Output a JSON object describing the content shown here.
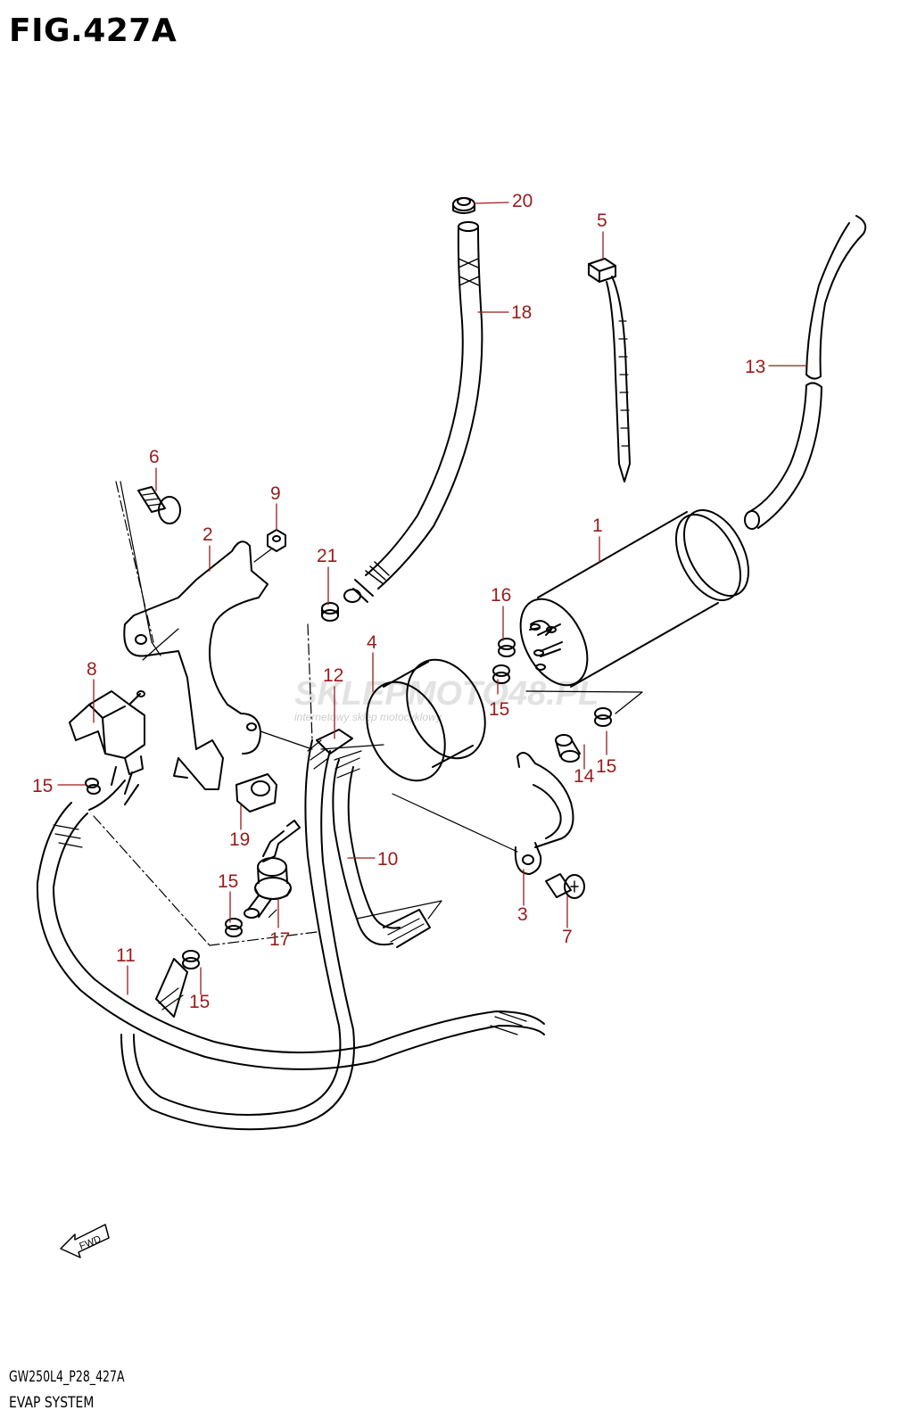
{
  "figure": {
    "title": "FIG.427A",
    "code": "GW250L4_P28_427A",
    "name": "EVAP SYSTEM"
  },
  "watermark": {
    "brand": "SKLEPMOTO48.PL",
    "tagline": "internetowy sklep motocyklowy"
  },
  "fwd_label": "FWD",
  "callouts": [
    {
      "id": "c20",
      "text": "20"
    },
    {
      "id": "c5",
      "text": "5"
    },
    {
      "id": "c18",
      "text": "18"
    },
    {
      "id": "c13",
      "text": "13"
    },
    {
      "id": "c6",
      "text": "6"
    },
    {
      "id": "c9",
      "text": "9"
    },
    {
      "id": "c2",
      "text": "2"
    },
    {
      "id": "c1",
      "text": "1"
    },
    {
      "id": "c21",
      "text": "21"
    },
    {
      "id": "c16",
      "text": "16"
    },
    {
      "id": "c4",
      "text": "4"
    },
    {
      "id": "c8",
      "text": "8"
    },
    {
      "id": "c12",
      "text": "12"
    },
    {
      "id": "c15a",
      "text": "15"
    },
    {
      "id": "c15b",
      "text": "15"
    },
    {
      "id": "c14",
      "text": "14"
    },
    {
      "id": "c15c",
      "text": "15"
    },
    {
      "id": "c19",
      "text": "19"
    },
    {
      "id": "c10",
      "text": "10"
    },
    {
      "id": "c3",
      "text": "3"
    },
    {
      "id": "c15d",
      "text": "15"
    },
    {
      "id": "c7",
      "text": "7"
    },
    {
      "id": "c17",
      "text": "17"
    },
    {
      "id": "c11",
      "text": "11"
    },
    {
      "id": "c15e",
      "text": "15"
    }
  ]
}
